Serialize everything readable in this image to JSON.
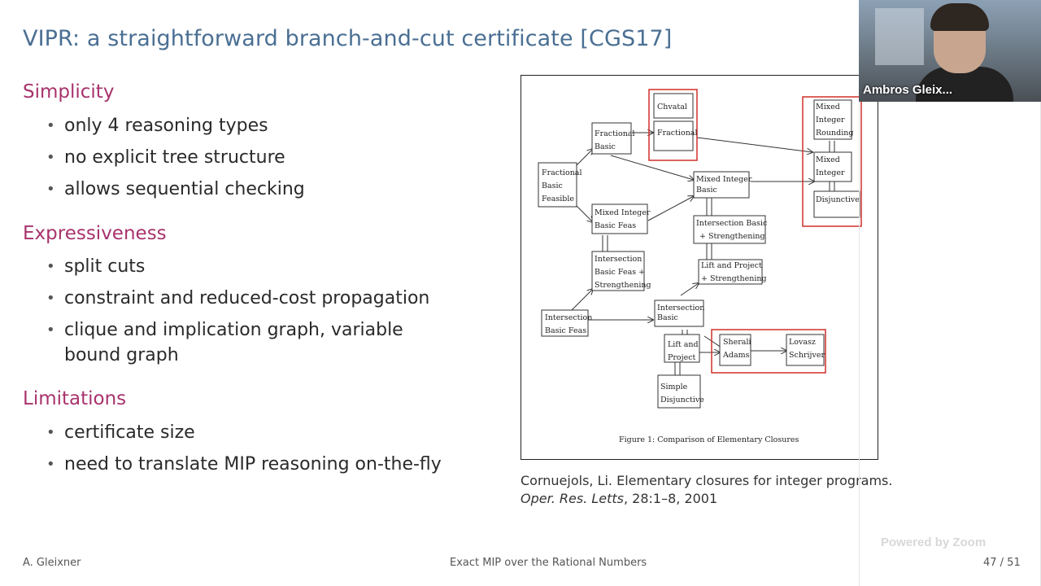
{
  "slide": {
    "title": "VIPR: a straightforward branch-and-cut certificate [CGS17]",
    "sections": [
      {
        "heading": "Simplicity",
        "bullets": [
          "only 4 reasoning types",
          "no explicit tree structure",
          "allows sequential checking"
        ]
      },
      {
        "heading": "Expressiveness",
        "bullets": [
          "split cuts",
          "constraint and reduced-cost propagation",
          "clique and implication graph, variable",
          "bound graph"
        ]
      },
      {
        "heading": "Limitations",
        "bullets": [
          "certificate size",
          "need to translate MIP reasoning on-the-fly"
        ]
      }
    ],
    "bullet_symbol": "•",
    "figure": {
      "caption": "Figure 1: Comparison of Elementary Closures",
      "nodes": {
        "chvatal": "Chvatal",
        "fractional": "Fractional",
        "frac_basic_1": "Fractional",
        "frac_basic_2": "Basic",
        "fbf_1": "Fractional",
        "fbf_2": "Basic",
        "fbf_3": "Feasible",
        "mib_1": "Mixed   Integer",
        "mib_2": "Basic",
        "mir_1": "Mixed",
        "mir_2": "Integer",
        "mir_3": "Rounding",
        "mi_1": "Mixed",
        "mi_2": "Integer",
        "disjunctive": "Disjunctive",
        "mibf_1": "Mixed   Integer",
        "mibf_2": "Basic Feas",
        "ibs_1": "Intersection   Basic",
        "ibs_2": "+    Strengthening",
        "ibfs_1": "Intersection",
        "ibfs_2": "Basic Feas    +",
        "ibfs_3": "Strengthening",
        "lps_1": "Lift  and  Project",
        "lps_2": "+  Strengthening",
        "ibfe_1": "Intersection",
        "ibfe_2": "Basic Feas",
        "ib_1": "Intersection",
        "ib_2": "Basic",
        "lp_1": "Lift and",
        "lp_2": "Project",
        "sa_1": "Sherali",
        "sa_2": "Adams",
        "ls_1": "Lovasz",
        "ls_2": "Schrijver",
        "sd_1": "Simple",
        "sd_2": "Disjunctive"
      }
    },
    "citation": {
      "line1": "Cornuejols, Li. Elementary closures for integer programs.",
      "journal": "Oper. Res. Letts",
      "details": ", 28:1–8, 2001"
    },
    "footer": {
      "author": "A. Gleixner",
      "talk_title": "Exact MIP over the Rational Numbers",
      "page": "47 / 51"
    }
  },
  "zoom": {
    "participant_name": "Ambros Gleix...",
    "watermark": "Powered by Zoom"
  },
  "colors": {
    "title": "#4a6f93",
    "section": "#a8336c",
    "highlight": "#d0302a"
  }
}
